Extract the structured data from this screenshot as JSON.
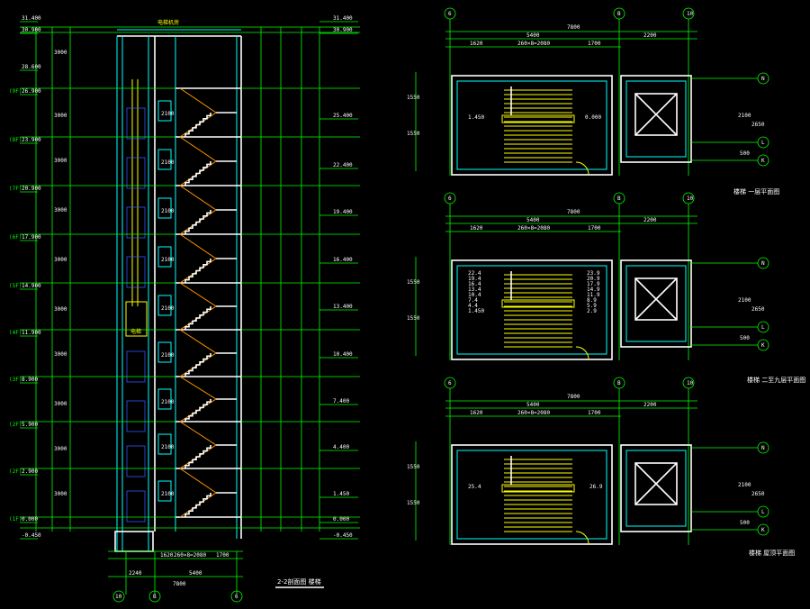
{
  "section": {
    "title": "2-2剖面图  楼梯",
    "elevations": [
      {
        "level": "31.400",
        "label": ""
      },
      {
        "level": "30.900",
        "label": ""
      },
      {
        "level": "28.600",
        "label": ""
      },
      {
        "level": "26.900",
        "label": "(9F)"
      },
      {
        "level": "23.900",
        "label": "(8F)"
      },
      {
        "level": "20.900",
        "label": "(7F)"
      },
      {
        "level": "17.900",
        "label": "(6F)"
      },
      {
        "level": "14.900",
        "label": "(5F)"
      },
      {
        "level": "11.900",
        "label": "(4F)"
      },
      {
        "level": "8.900",
        "label": "(3F)"
      },
      {
        "level": "5.900",
        "label": "(2F)"
      },
      {
        "level": "2.900",
        "label": "(2F)"
      },
      {
        "level": "0.000",
        "label": "(1F)"
      },
      {
        "level": "-0.450",
        "label": ""
      }
    ],
    "right_elevations": [
      "31.400",
      "30.900",
      "25.400",
      "22.400",
      "19.400",
      "16.400",
      "13.400",
      "10.400",
      "7.400",
      "4.400",
      "1.450",
      "0.000",
      "-0.450"
    ],
    "bottom_dims": [
      "1620",
      "260×8=2080",
      "1700",
      "2240",
      "5400",
      "7800"
    ],
    "axes": [
      "10",
      "B",
      "6"
    ],
    "top_note": "电梯机房",
    "elevator_label": "电梯"
  },
  "plans": [
    {
      "title": "楼梯 一层平面图",
      "axes_top": [
        "6",
        "B",
        "10"
      ],
      "dims": [
        "7800",
        "5400",
        "2200",
        "1620",
        "260×8=2080",
        "1700"
      ],
      "axes_right": [
        "N",
        "L",
        "K"
      ],
      "dims_right": [
        "2100",
        "2650",
        "500"
      ],
      "levels": [
        "1.450",
        "0.000"
      ]
    },
    {
      "title": "楼梯 二至九层平面图",
      "axes_top": [
        "6",
        "B",
        "10"
      ],
      "dims": [
        "7800",
        "5400",
        "2200",
        "1620",
        "260×8=2080",
        "1700"
      ],
      "axes_right": [
        "N",
        "L",
        "K"
      ],
      "dims_right": [
        "2100",
        "2650",
        "500"
      ],
      "levels": [
        "22.4",
        "19.4",
        "16.4",
        "13.4",
        "10.4",
        "7.4",
        "4.4",
        "1.450",
        "23.9",
        "20.9",
        "17.9",
        "14.9",
        "11.9",
        "8.9",
        "5.9",
        "2.9"
      ]
    },
    {
      "title": "楼梯 屋顶平面图",
      "axes_top": [
        "6",
        "B",
        "10"
      ],
      "dims": [
        "7800",
        "5400",
        "2200",
        "1620",
        "260×8=2080",
        "1700"
      ],
      "axes_right": [
        "N",
        "L",
        "K"
      ],
      "dims_right": [
        "2100",
        "2650",
        "500"
      ],
      "levels": [
        "25.4",
        "26.9"
      ]
    }
  ]
}
